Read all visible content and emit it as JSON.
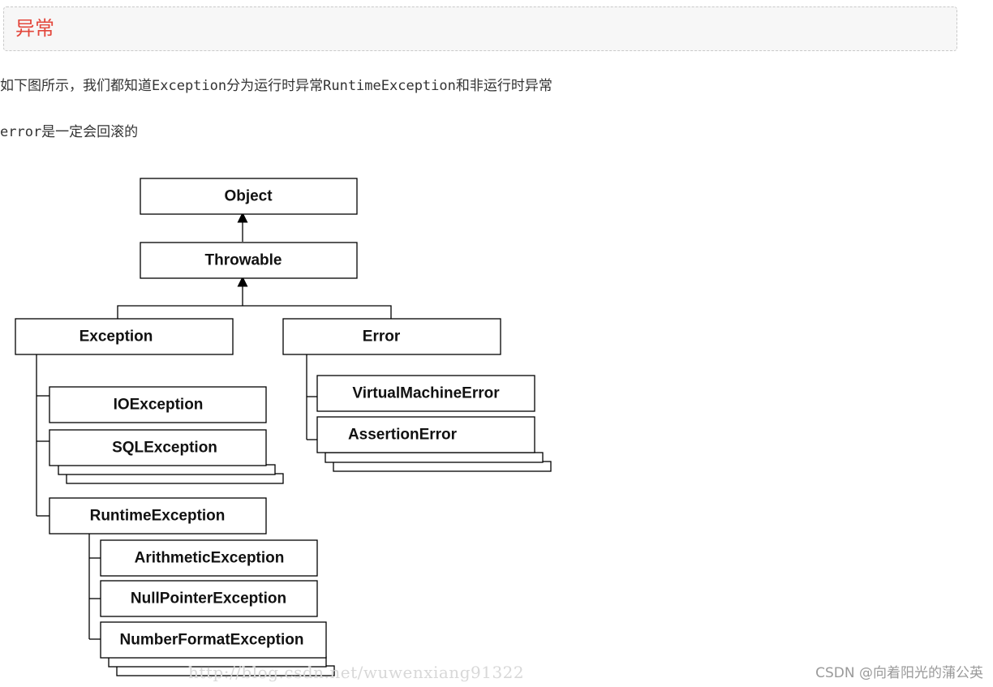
{
  "heading": {
    "title": "异常"
  },
  "paragraphs": [
    "如下图所示，我们都知道Exception分为运行时异常RuntimeException和非运行时异常",
    "error是一定会回滚的"
  ],
  "diagram": {
    "nodes": {
      "object": "Object",
      "throwable": "Throwable",
      "exception": "Exception",
      "error": "Error",
      "io_exception": "IOException",
      "sql_exception": "SQLException",
      "runtime_exception": "RuntimeException",
      "arithmetic_exception": "ArithmeticException",
      "null_pointer_exception": "NullPointerException",
      "number_format_exception": "NumberFormatException",
      "virtual_machine_error": "VirtualMachineError",
      "assertion_error": "AssertionError"
    }
  },
  "watermark": "http://blog.csdn.net/wuwenxiang91322",
  "credit": "CSDN @向着阳光的蒲公英"
}
